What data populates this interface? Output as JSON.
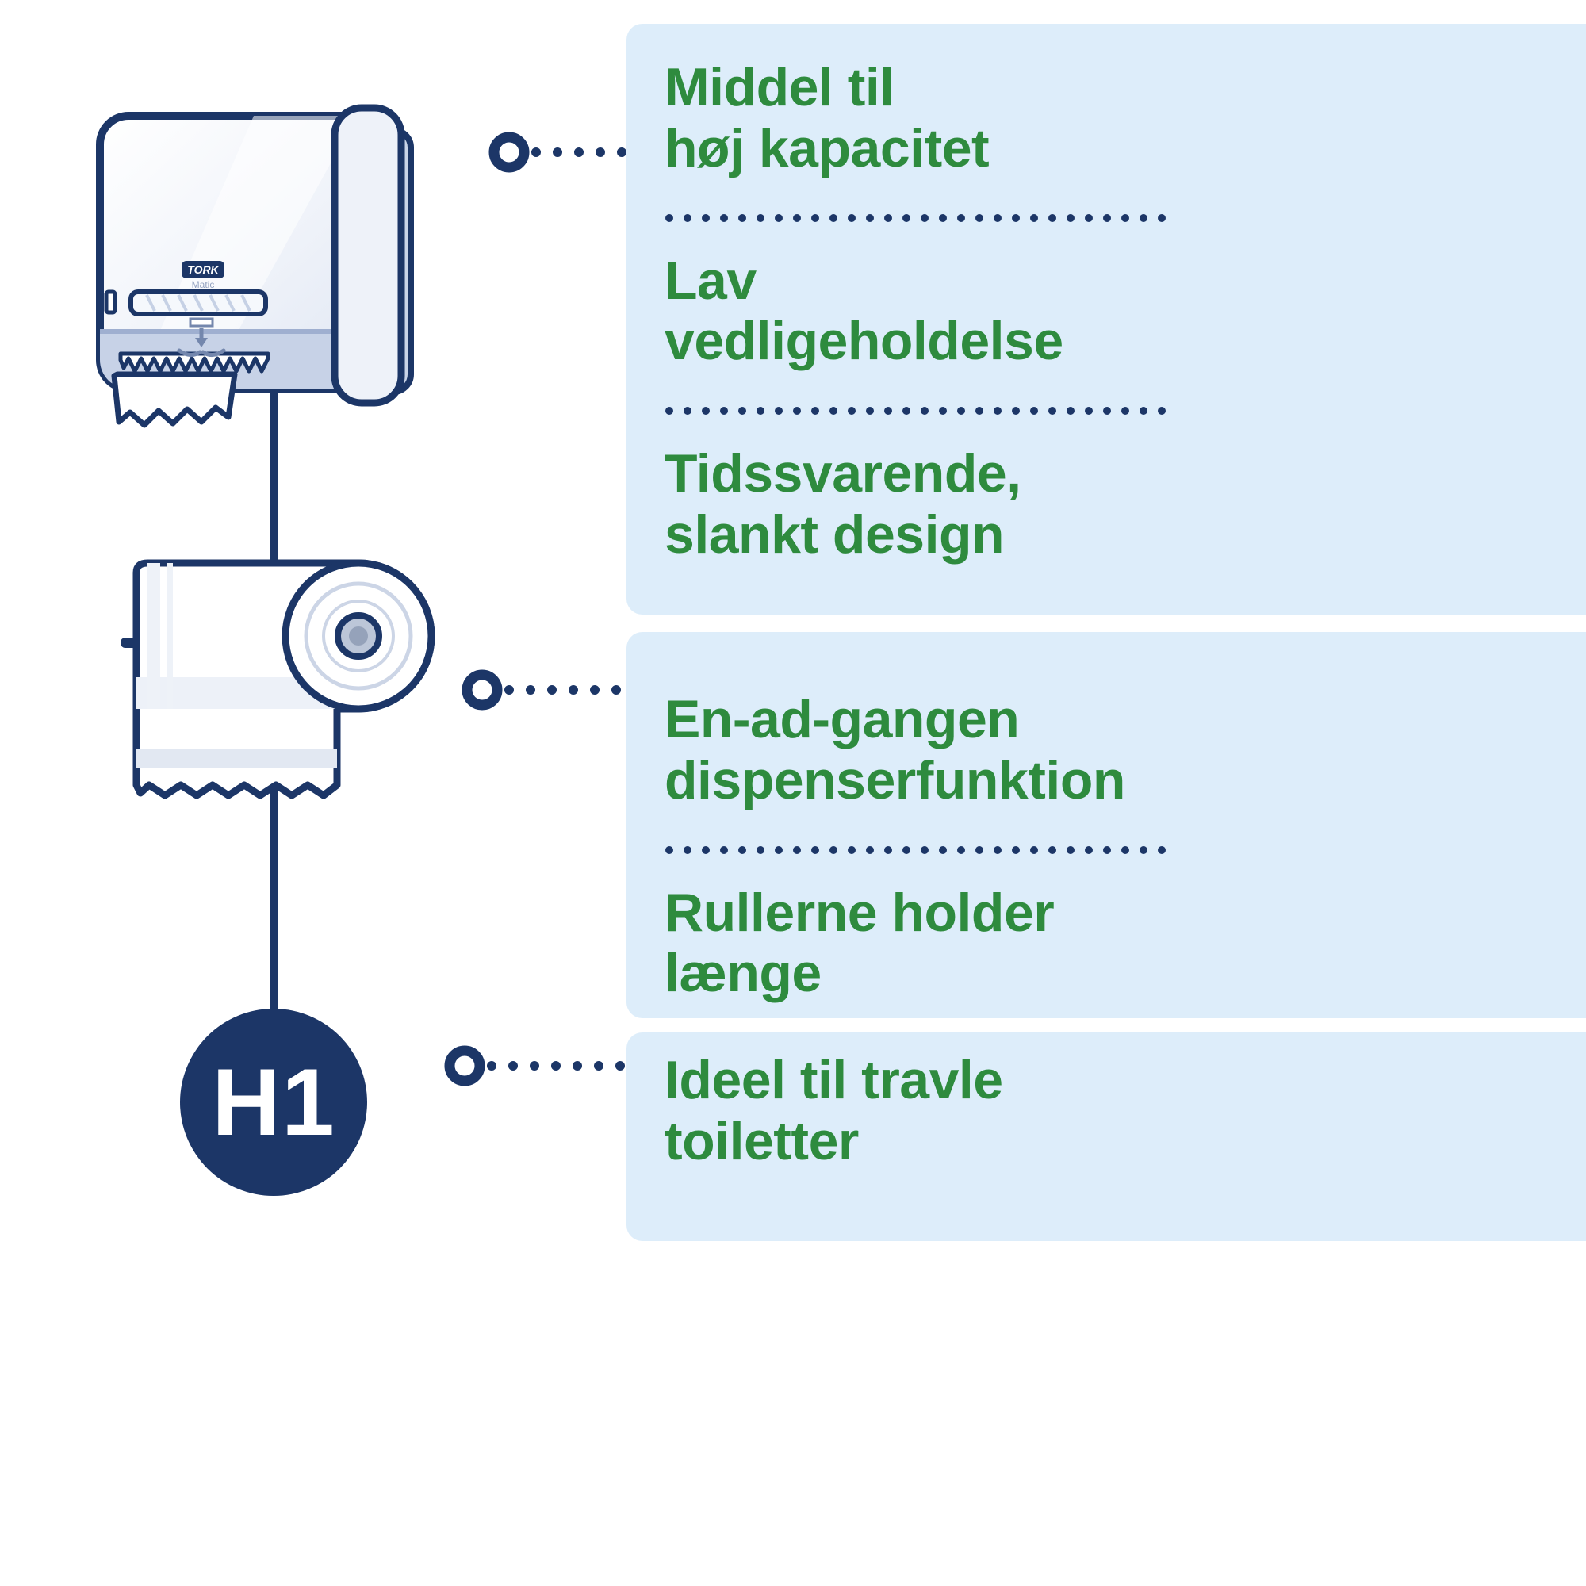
{
  "colors": {
    "navy": "#1c3667",
    "green": "#2e8b3e",
    "panel_blue": "#ddedfa",
    "white": "#ffffff"
  },
  "badge": {
    "label": "H1"
  },
  "dispenser": {
    "brand": "TORK",
    "model": "Matic"
  },
  "panels": [
    {
      "name": "dispenser-features",
      "features": [
        "Middel til\nhøj kapacitet",
        "Lav\nvedligeholdelse",
        "Tidssvarende,\nslankt design"
      ]
    },
    {
      "name": "roll-features",
      "features": [
        "En-ad-gangen\ndispenserfunktion",
        "Rullerne holder\nlænge"
      ]
    },
    {
      "name": "system-features",
      "features": [
        "Ideel til travle\ntoiletter"
      ]
    }
  ]
}
